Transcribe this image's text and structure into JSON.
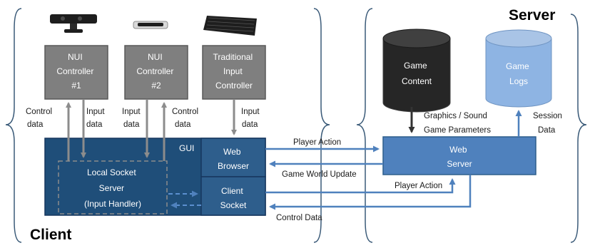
{
  "client": {
    "title": "Client"
  },
  "server": {
    "title": "Server"
  },
  "devices": {
    "nui1": {
      "lines": [
        "NUI",
        "Controller",
        "#1"
      ]
    },
    "nui2": {
      "lines": [
        "NUI",
        "Controller",
        "#2"
      ]
    },
    "traditional": {
      "lines": [
        "Traditional",
        "Input",
        "Controller"
      ]
    }
  },
  "client_box": {
    "gui_label": "GUI",
    "web_browser": {
      "lines": [
        "Web",
        "Browser"
      ]
    },
    "client_socket": {
      "lines": [
        "Client",
        "Socket"
      ]
    },
    "local_socket_server": {
      "lines": [
        "Local Socket",
        "Server",
        "(Input Handler)"
      ]
    }
  },
  "server_box": {
    "game_content": {
      "lines": [
        "Game",
        "Content"
      ]
    },
    "game_logs": {
      "lines": [
        "Game",
        "Logs"
      ]
    },
    "web_server": {
      "lines": [
        "Web",
        "Server"
      ]
    }
  },
  "labels": {
    "control_data_1": [
      "Control",
      "data"
    ],
    "input_data_1": [
      "Input",
      "data"
    ],
    "input_data_2": [
      "Input",
      "data"
    ],
    "control_data_2": [
      "Control",
      "data"
    ],
    "input_data_3": [
      "Input",
      "data"
    ],
    "graphics_sound": [
      "Graphics / Sound",
      "Game Parameters"
    ],
    "session_data": [
      "Session",
      "Data"
    ],
    "player_action_top": "Player Action",
    "game_world_update": "Game World Update",
    "player_action_bottom": "Player Action",
    "control_data_bottom": "Control Data"
  },
  "colors": {
    "device_fill": "#7f7f7f",
    "device_stroke": "#595959",
    "client_dark": "#1f4e79",
    "client_mid": "#2e5e8c",
    "server_blue": "#4f81bd",
    "cyl_dark": "#262626",
    "cyl_light": "#8eb4e3",
    "arrow_gray": "#8c8c8c",
    "arrow_blue": "#4f81bd",
    "brace": "#3a5a78"
  },
  "icons": [
    "kinect-sensor-icon",
    "leap-motion-icon",
    "keyboard-icon"
  ]
}
